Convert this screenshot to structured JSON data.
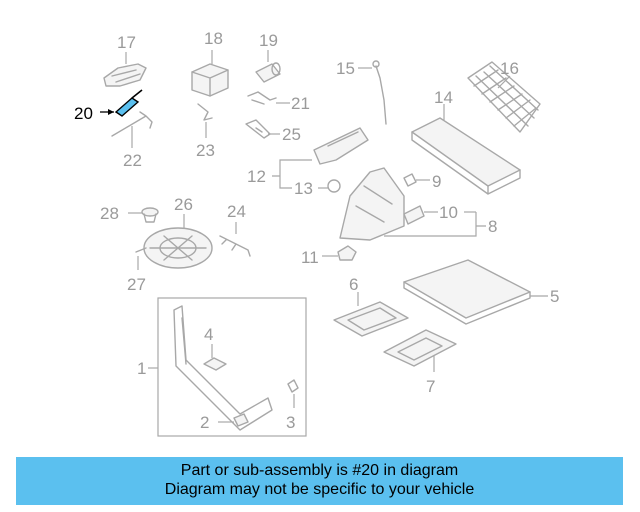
{
  "diagram": {
    "highlight_color": "#5bc0ef",
    "callouts": [
      "1",
      "2",
      "3",
      "4",
      "5",
      "6",
      "7",
      "8",
      "9",
      "10",
      "11",
      "12",
      "13",
      "14",
      "15",
      "16",
      "17",
      "18",
      "19",
      "20",
      "21",
      "22",
      "23",
      "24",
      "25",
      "26",
      "27",
      "28"
    ],
    "highlighted_callout": "20"
  },
  "banner": {
    "line1": "Part or sub-assembly is #20 in diagram",
    "line2": "Diagram may not be specific to your vehicle",
    "background": "#5bc0ef"
  }
}
